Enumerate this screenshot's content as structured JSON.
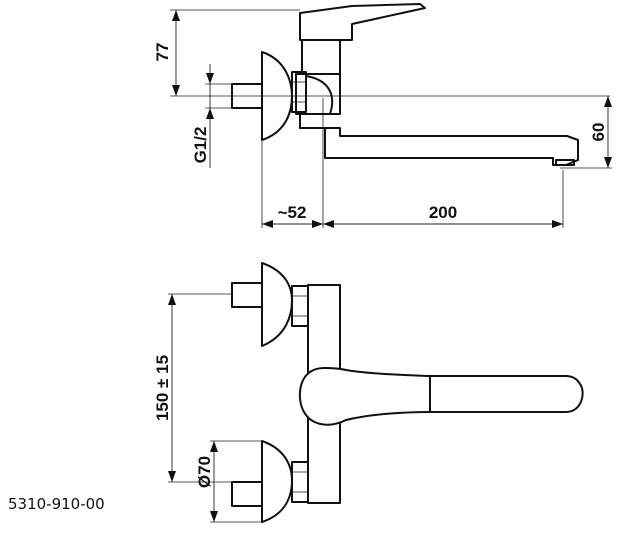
{
  "dimensions": {
    "height_top": "77",
    "thread": "G1/2",
    "projection": "~52",
    "spout_length": "200",
    "spout_height": "60",
    "spacing": "150 ± 15",
    "rosette_diameter": "Ø70"
  },
  "product_code": "5310-910-00"
}
